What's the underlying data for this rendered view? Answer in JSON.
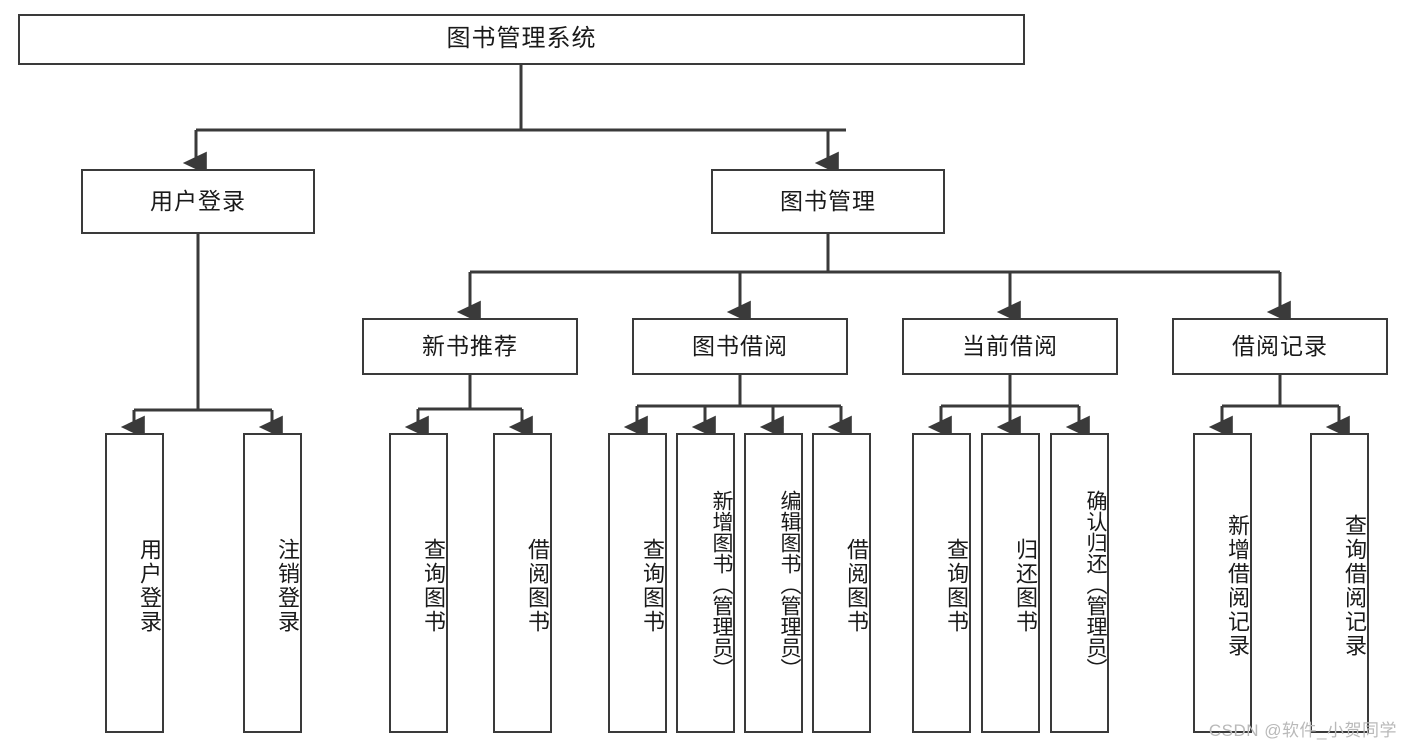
{
  "diagram": {
    "title": "图书管理系统",
    "type": "tree-hierarchy",
    "watermark": "CSDN @软件_小贺同学",
    "line_color": "#3a3a3a",
    "box_fill": "#ffffff",
    "text_color": "#1a1a1a"
  },
  "nodes": {
    "root": {
      "label": "图书管理系统"
    },
    "level2": [
      {
        "label": "用户登录"
      },
      {
        "label": "图书管理"
      }
    ],
    "level3": [
      {
        "label": "新书推荐"
      },
      {
        "label": "图书借阅"
      },
      {
        "label": "当前借阅"
      },
      {
        "label": "借阅记录"
      }
    ],
    "leaves_user_login": [
      {
        "label": "用户登录"
      },
      {
        "label": "注销登录"
      }
    ],
    "leaves_new_book": [
      {
        "label": "查询图书"
      },
      {
        "label": "借阅图书"
      }
    ],
    "leaves_book_borrow": [
      {
        "label": "查询图书"
      },
      {
        "label": "新增图书（管理员）"
      },
      {
        "label": "编辑图书（管理员）"
      },
      {
        "label": "借阅图书"
      }
    ],
    "leaves_current_borrow": [
      {
        "label": "查询图书"
      },
      {
        "label": "归还图书"
      },
      {
        "label": "确认归还（管理员）"
      }
    ],
    "leaves_borrow_record": [
      {
        "label": "新增借阅记录"
      },
      {
        "label": "查询借阅记录"
      }
    ]
  }
}
